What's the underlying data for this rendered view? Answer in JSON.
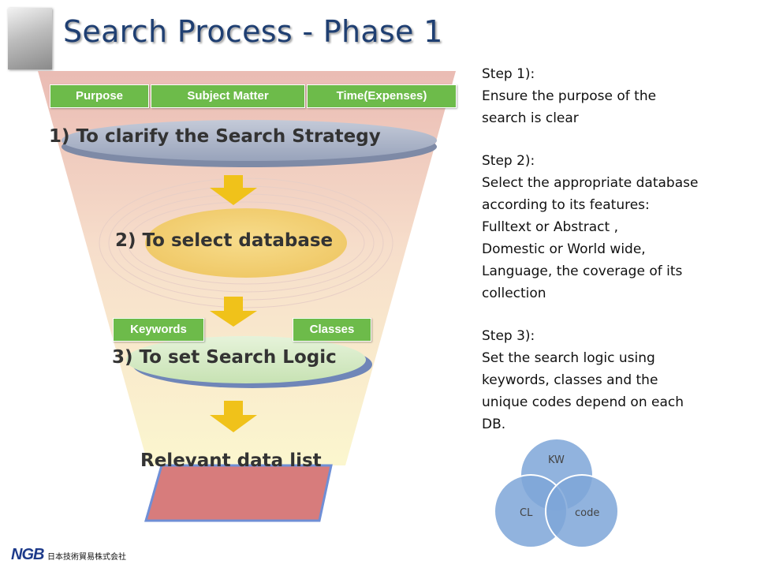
{
  "title": "Search Process - Phase 1",
  "tags_top": [
    "Purpose",
    "Subject Matter",
    "Time(Expenses)"
  ],
  "tags_mid": [
    "Keywords",
    "Classes"
  ],
  "stages": {
    "s1": "1) To clarify the Search Strategy",
    "s2": "2) To select database",
    "s3": "3) To set Search Logic",
    "result": "Relevant data list"
  },
  "steps": [
    {
      "heading": "Step 1):",
      "lines": [
        "Ensure the purpose of the",
        "search is clear"
      ]
    },
    {
      "heading": "Step 2):",
      "lines": [
        "Select the appropriate database",
        "according to its features:",
        "Fulltext or  Abstract ,",
        "Domestic  or  World wide,",
        "Language, the coverage of its",
        "collection"
      ]
    },
    {
      "heading": "Step 3):",
      "lines": [
        "Set the search logic using",
        "keywords, classes and the",
        "unique codes depend on each",
        "DB."
      ]
    }
  ],
  "venn": {
    "top": "KW",
    "left": "CL",
    "right": "code"
  },
  "footer": {
    "logo": "NGB",
    "company": "日本技術貿易株式会社"
  },
  "colors": {
    "title": "#1f3f72",
    "tag_green": "#6dbb4a",
    "funnel_top": "#e9b8b0",
    "funnel_bottom": "#fbf5c4",
    "arrow_yellow": "#f0c21a",
    "ellipse_1": "#aab3c8",
    "ellipse_2": "#f4d27c",
    "ellipse_3": "#d9ecc9",
    "result_box": "#d77c7c",
    "venn_blue": "#7ea6d8"
  }
}
